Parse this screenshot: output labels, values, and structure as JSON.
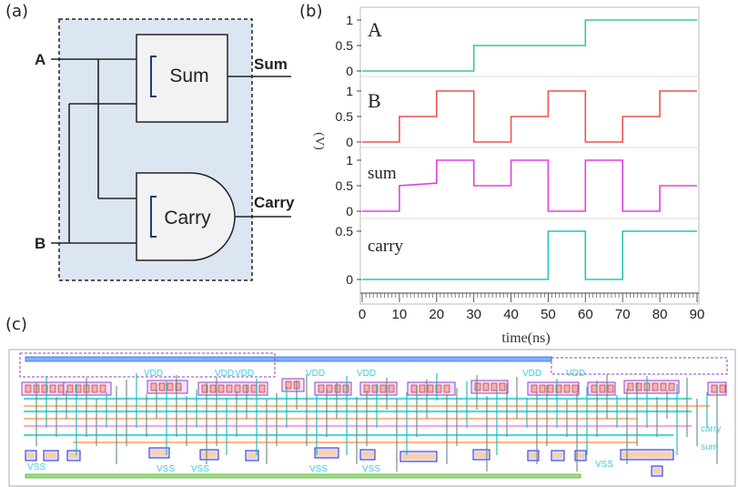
{
  "panels": {
    "a": "(a)",
    "b": "(b)",
    "c": "(c)"
  },
  "circuit": {
    "input_a": "A",
    "input_b": "B",
    "sum_block": "Sum",
    "carry_block": "Carry",
    "output_sum": "Sum",
    "output_carry": "Carry",
    "box_fill": "#dce6f2",
    "block_fill": "#f2f2f2"
  },
  "waveforms": {
    "ylabel": "(V)",
    "xlabel": "time(ns)",
    "x_ticks": [
      "0",
      "10",
      "20",
      "30",
      "40",
      "50",
      "60",
      "70",
      "80",
      "90"
    ],
    "traces": [
      {
        "name": "A",
        "color": "#3cc98a",
        "y_ticks": [
          "1",
          "0.5",
          "0"
        ]
      },
      {
        "name": "B",
        "color": "#ef5350",
        "y_ticks": [
          "1",
          "0.5",
          "0"
        ]
      },
      {
        "name": "sum",
        "color": "#e040e0",
        "y_ticks": [
          "1",
          "0.5",
          "0"
        ]
      },
      {
        "name": "carry",
        "color": "#26c6b8",
        "y_ticks": [
          "0.5",
          "0"
        ]
      }
    ]
  },
  "chart_data": {
    "type": "line",
    "xlabel": "time(ns)",
    "ylabel": "(V)",
    "xlim": [
      0,
      90
    ],
    "series": [
      {
        "name": "A",
        "points": [
          [
            0,
            0
          ],
          [
            30,
            0
          ],
          [
            30,
            0.5
          ],
          [
            60,
            0.5
          ],
          [
            60,
            1
          ],
          [
            90,
            1
          ]
        ]
      },
      {
        "name": "B",
        "points": [
          [
            0,
            0
          ],
          [
            10,
            0
          ],
          [
            10,
            0.5
          ],
          [
            20,
            0.5
          ],
          [
            20,
            1
          ],
          [
            30,
            1
          ],
          [
            30,
            0
          ],
          [
            40,
            0
          ],
          [
            40,
            0.5
          ],
          [
            50,
            0.5
          ],
          [
            50,
            1
          ],
          [
            60,
            1
          ],
          [
            60,
            0
          ],
          [
            70,
            0
          ],
          [
            70,
            0.5
          ],
          [
            80,
            0.5
          ],
          [
            80,
            1
          ],
          [
            90,
            1
          ]
        ]
      },
      {
        "name": "sum",
        "points": [
          [
            0,
            0
          ],
          [
            10,
            0
          ],
          [
            10,
            0.5
          ],
          [
            20,
            0.55
          ],
          [
            20,
            1
          ],
          [
            30,
            1
          ],
          [
            30,
            0.5
          ],
          [
            40,
            0.5
          ],
          [
            40,
            1
          ],
          [
            50,
            1
          ],
          [
            50,
            0
          ],
          [
            60,
            0
          ],
          [
            60,
            1
          ],
          [
            70,
            1
          ],
          [
            70,
            0
          ],
          [
            80,
            0
          ],
          [
            80,
            0.5
          ],
          [
            90,
            0.5
          ]
        ]
      },
      {
        "name": "carry",
        "points": [
          [
            0,
            0
          ],
          [
            50,
            0
          ],
          [
            50,
            0.5
          ],
          [
            60,
            0.5
          ],
          [
            60,
            0
          ],
          [
            70,
            0
          ],
          [
            70,
            0.5
          ],
          [
            90,
            0.5
          ]
        ]
      }
    ]
  },
  "layout_labels": {
    "vdd": "VDD",
    "vss": "VSS",
    "carry": "carry",
    "sum": "sum"
  }
}
